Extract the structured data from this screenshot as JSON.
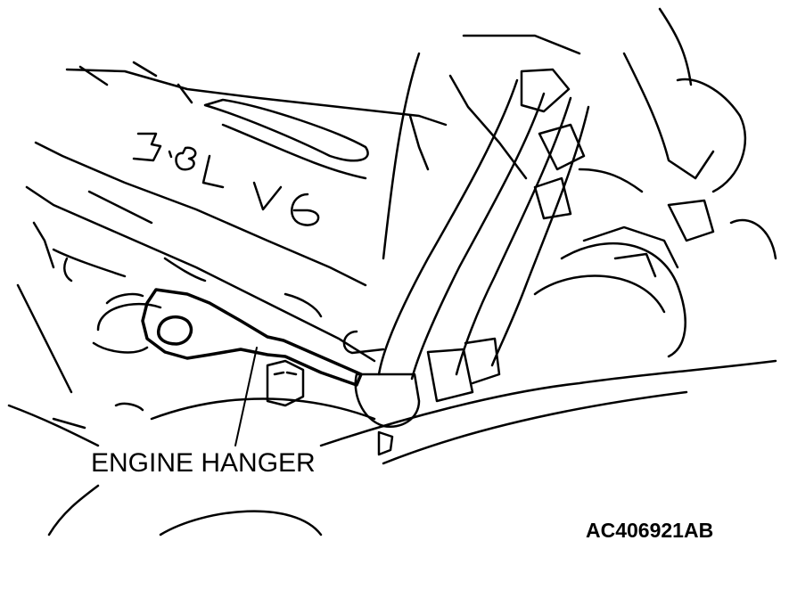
{
  "diagram": {
    "callout": "ENGINE HANGER",
    "engine_marking": "3.8L V6",
    "figure_code": "AC406921AB",
    "stroke_color": "#000000",
    "background_color": "#ffffff"
  }
}
